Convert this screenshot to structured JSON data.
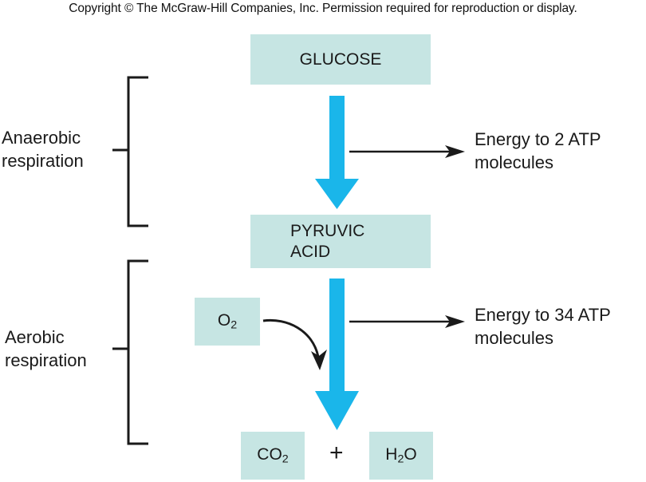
{
  "copyright": "Copyright © The McGraw-Hill Companies, Inc. Permission required for reproduction or display.",
  "colors": {
    "box_fill": "#c6e5e3",
    "flow_arrow": "#1ab6ea",
    "line": "#1a1a1a"
  },
  "nodes": {
    "glucose": "GLUCOSE",
    "pyruvic_line1": "PYRUVIC",
    "pyruvic_line2": "ACID",
    "oxygen": {
      "base": "O",
      "sub": "2"
    },
    "carbon_dioxide": {
      "base": "CO",
      "sub": "2"
    },
    "water": {
      "base": "H",
      "sub": "2",
      "tail": "O"
    },
    "plus": "+"
  },
  "stages": {
    "anaerobic": {
      "line1": "Anaerobic",
      "line2": "respiration"
    },
    "aerobic": {
      "line1": "Aerobic",
      "line2": "respiration"
    }
  },
  "energy": {
    "anaerobic": {
      "line1": "Energy to 2 ATP",
      "line2": "molecules"
    },
    "aerobic": {
      "line1": "Energy to 34 ATP",
      "line2": "molecules"
    }
  }
}
